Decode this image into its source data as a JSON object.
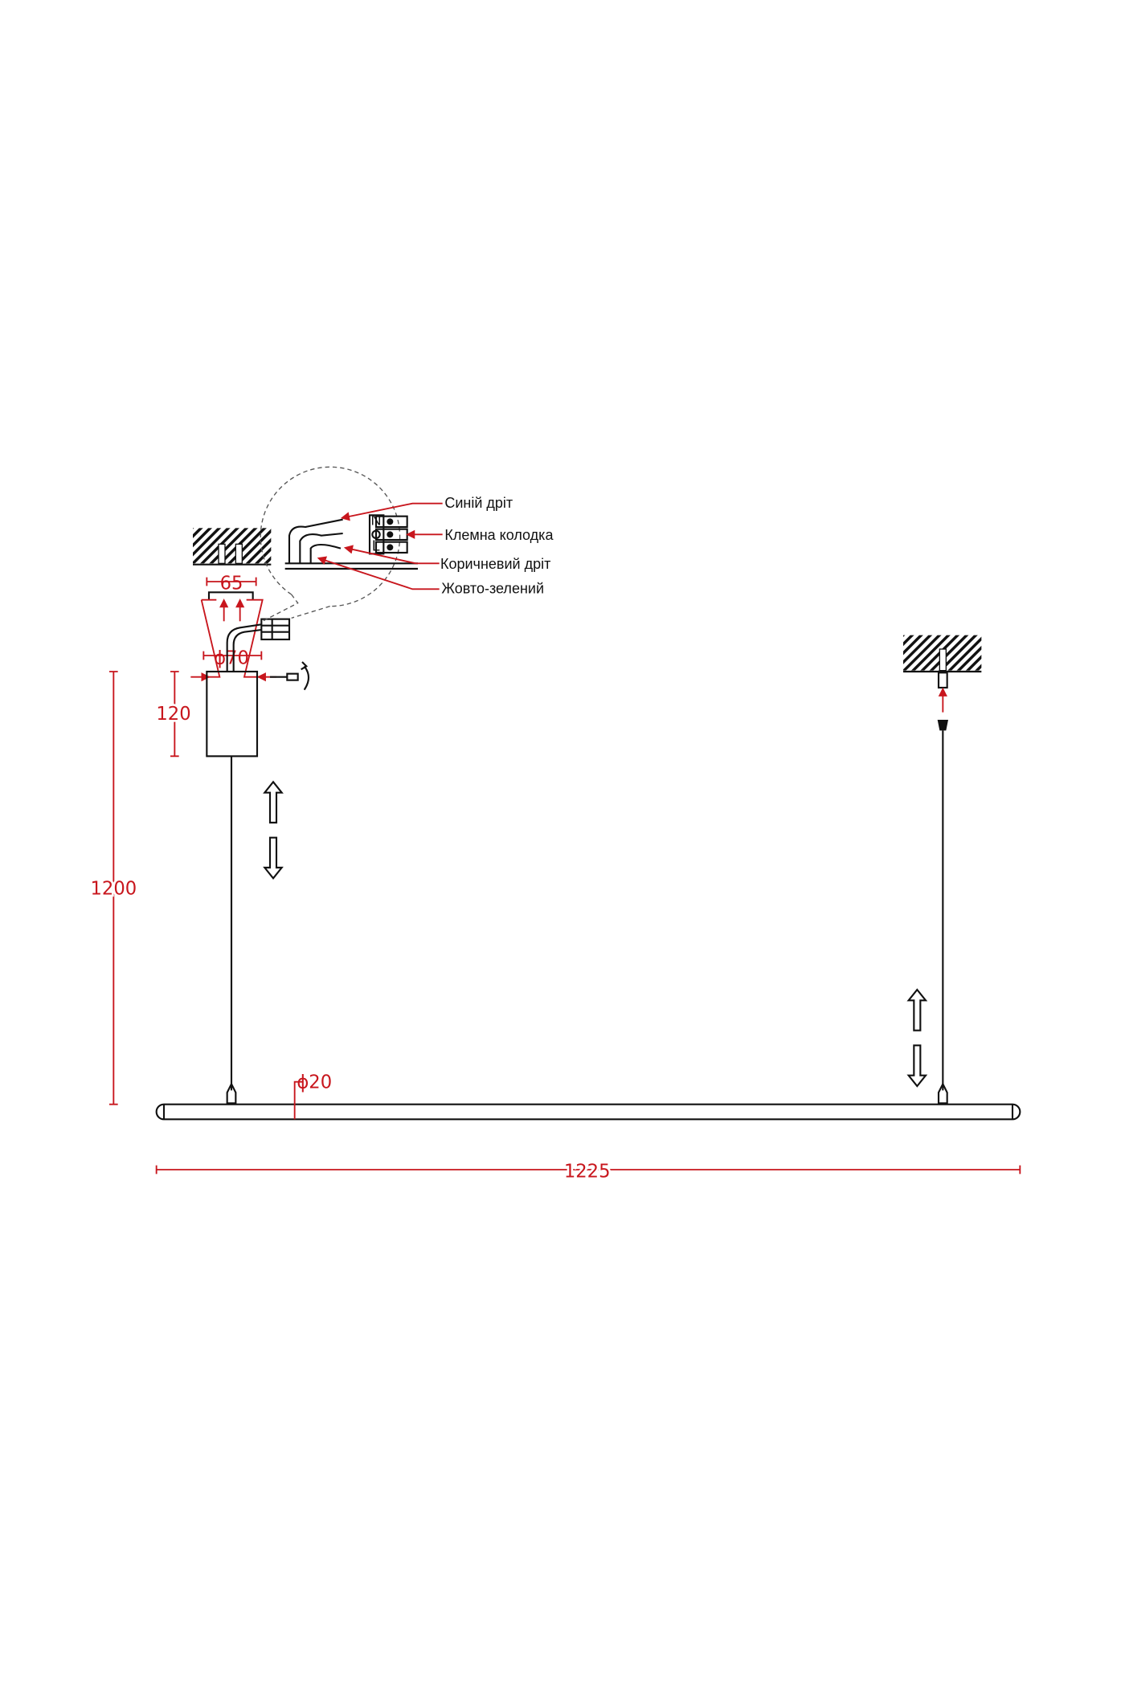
{
  "dimensions": {
    "height_total": "1200",
    "driver_height": "120",
    "canopy_width": "65",
    "canopy_diameter": "ϕ70",
    "rod_diameter": "ϕ20",
    "length_total": "1225"
  },
  "callouts": {
    "blue_wire": "Синій дріт",
    "terminal_block": "Клемна колодка",
    "brown_wire": "Коричневий дріт",
    "yellow_green": "Жовто-зелений"
  },
  "terminal_letters": [
    "N",
    "L"
  ],
  "colors": {
    "dimension": "#c8161d",
    "line": "#111111"
  }
}
